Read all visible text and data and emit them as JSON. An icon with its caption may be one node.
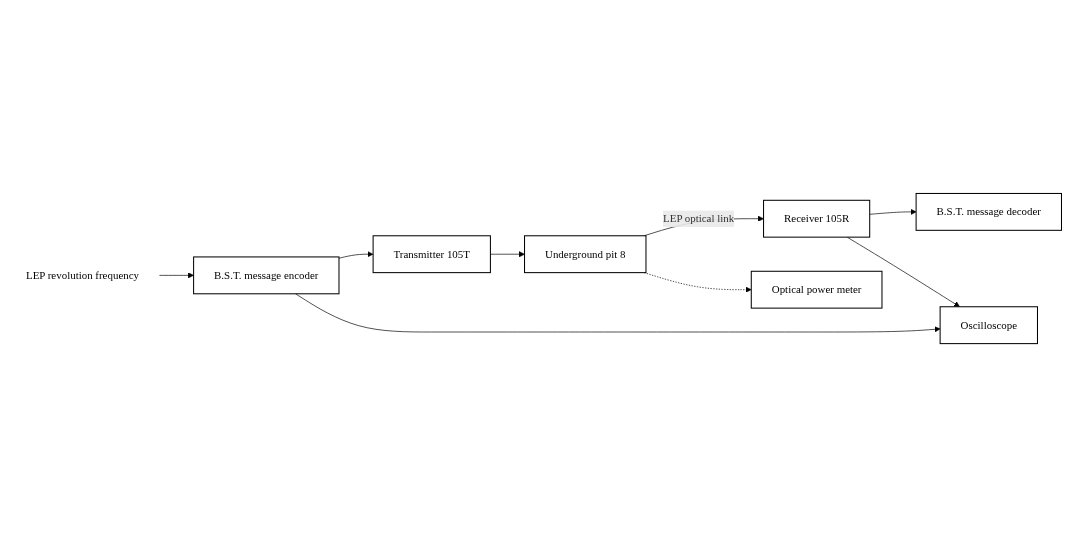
{
  "diagram": {
    "nodes": [
      {
        "text": [
          "LEP revolution frequency"
        ]
      },
      {
        "text": [
          "B.S.T. message encoder"
        ]
      },
      {
        "text": [
          "Transmitter 105T"
        ]
      },
      {
        "text": [
          "Underground pit 8"
        ]
      },
      {
        "text": [
          "B.S.T. message decoder"
        ]
      },
      {
        "text": [
          "Receiver 105R"
        ]
      },
      {
        "text": [
          "Oscilloscope"
        ]
      },
      {
        "text": [
          "Optical power meter"
        ]
      }
    ],
    "edges": [
      {
        "from": 0,
        "to": 1,
        "arrow": "to"
      },
      {
        "from": 1,
        "to": 2,
        "arrow": "to"
      },
      {
        "from": 1,
        "to": 6,
        "arrow": "to"
      },
      {
        "from": 2,
        "to": 3,
        "arrow": "to"
      },
      {
        "from": 3,
        "to": 5,
        "arrow": "to",
        "label": "LEP optical link"
      },
      {
        "from": 5,
        "to": 4,
        "arrow": "to"
      },
      {
        "from": 5,
        "to": 6,
        "arrow": "to"
      },
      {
        "from": 3,
        "to": 7,
        "arrow": "to",
        "style": "dashed"
      }
    ]
  }
}
